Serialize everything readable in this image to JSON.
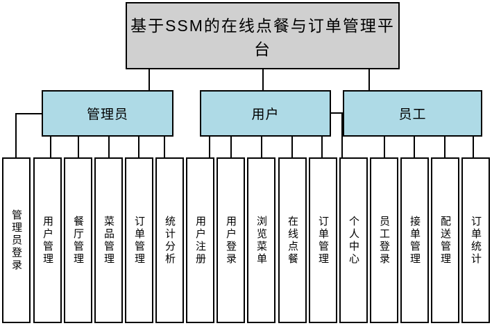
{
  "diagram": {
    "title": "基于SSM的在线点餐与订单管理平台",
    "groups": [
      {
        "label": "管理员",
        "children": [
          "管理员登录",
          "用户管理",
          "餐厅管理",
          "菜品管理",
          "订单管理",
          "统计分析"
        ]
      },
      {
        "label": "用户",
        "children": [
          "用户注册",
          "用户登录",
          "浏览菜单",
          "在线点餐",
          "订单管理",
          "个人中心"
        ]
      },
      {
        "label": "员工",
        "children": [
          "员工登录",
          "接单管理",
          "配送管理",
          "订单统计"
        ]
      }
    ],
    "leaves": [
      "管理员登录",
      "用户管理",
      "餐厅管理",
      "菜品管理",
      "订单管理",
      "统计分析",
      "用户注册",
      "用户登录",
      "浏览菜单",
      "在线点餐",
      "订单管理",
      "个人中心",
      "员工登录",
      "接单管理",
      "配送管理",
      "订单统计"
    ],
    "colors": {
      "root_fill": "#d0d0d0",
      "group_fill": "#aedae6",
      "leaf_fill": "#ffffff",
      "line": "#000000"
    }
  }
}
